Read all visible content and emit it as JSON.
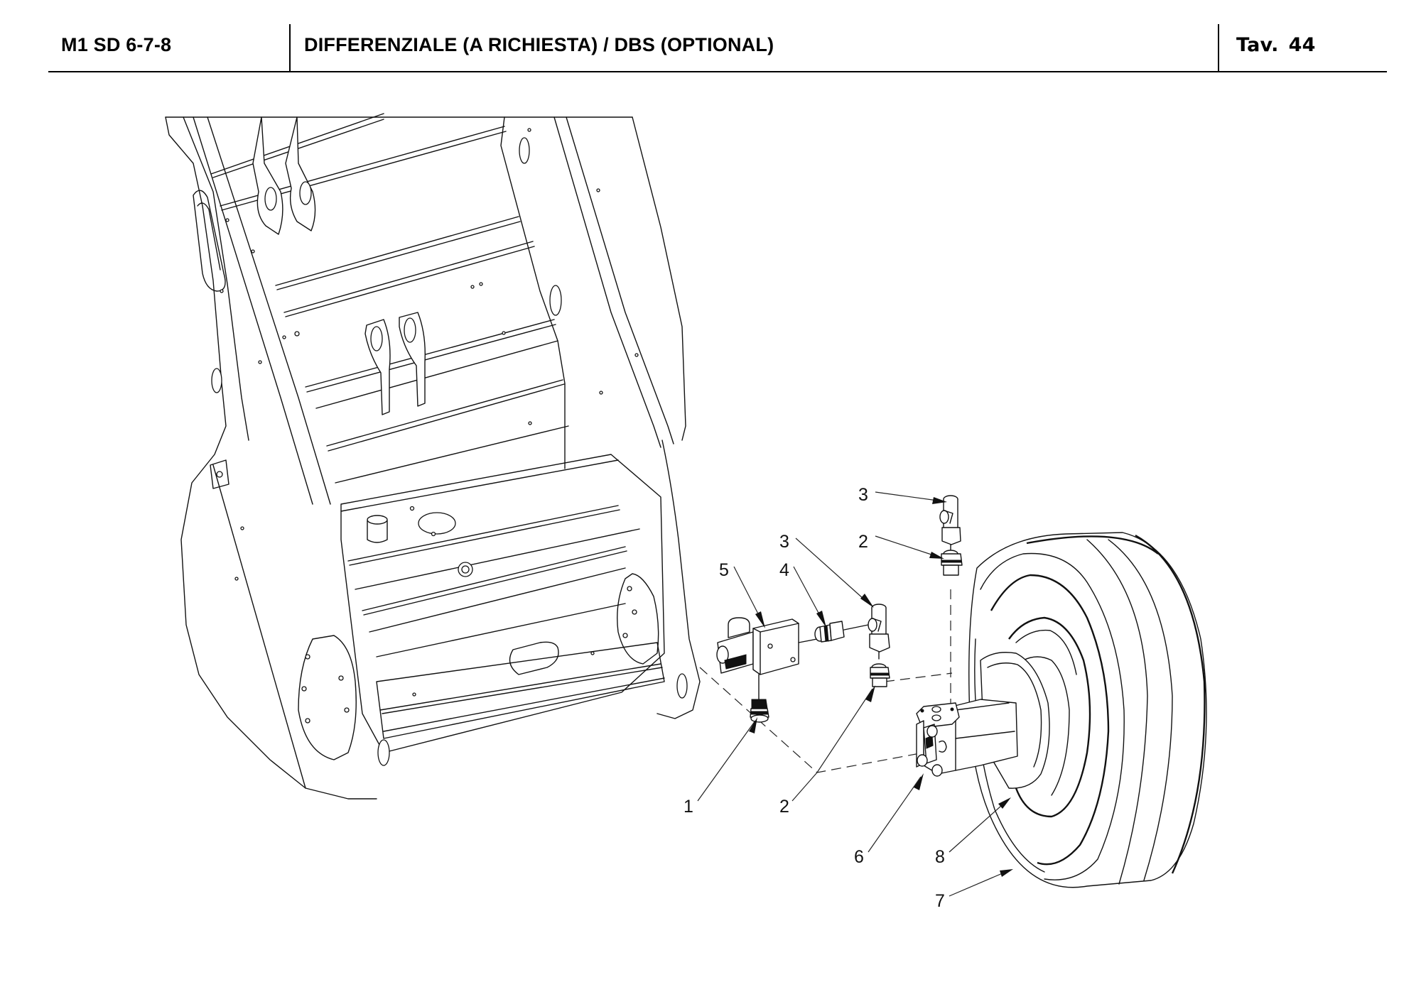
{
  "header": {
    "model": "M1 SD 6-7-8",
    "title": "DIFFERENZIALE (A RICHIESTA) / DBS (OPTIONAL)",
    "table_label": "Tav.",
    "table_number": "44"
  },
  "drawing": {
    "description": "Exploded view: chassis frame, differential/DBS solenoid valve, fittings, hydraulic motor and wheel",
    "callouts": [
      {
        "id": "callout-1",
        "label": "1",
        "part": "fitting-lower-valve"
      },
      {
        "id": "callout-2a",
        "label": "2",
        "part": "fitting-motor-port"
      },
      {
        "id": "callout-2b",
        "label": "2",
        "part": "fitting-upper"
      },
      {
        "id": "callout-3a",
        "label": "3",
        "part": "tee-fitting-middle"
      },
      {
        "id": "callout-3b",
        "label": "3",
        "part": "tee-fitting-upper"
      },
      {
        "id": "callout-4",
        "label": "4",
        "part": "adapter-fitting"
      },
      {
        "id": "callout-5",
        "label": "5",
        "part": "solenoid-valve"
      },
      {
        "id": "callout-6",
        "label": "6",
        "part": "hydraulic-motor"
      },
      {
        "id": "callout-7",
        "label": "7",
        "part": "wheel-tyre"
      },
      {
        "id": "callout-8",
        "label": "8",
        "part": "wheel-hub-rim"
      }
    ]
  }
}
